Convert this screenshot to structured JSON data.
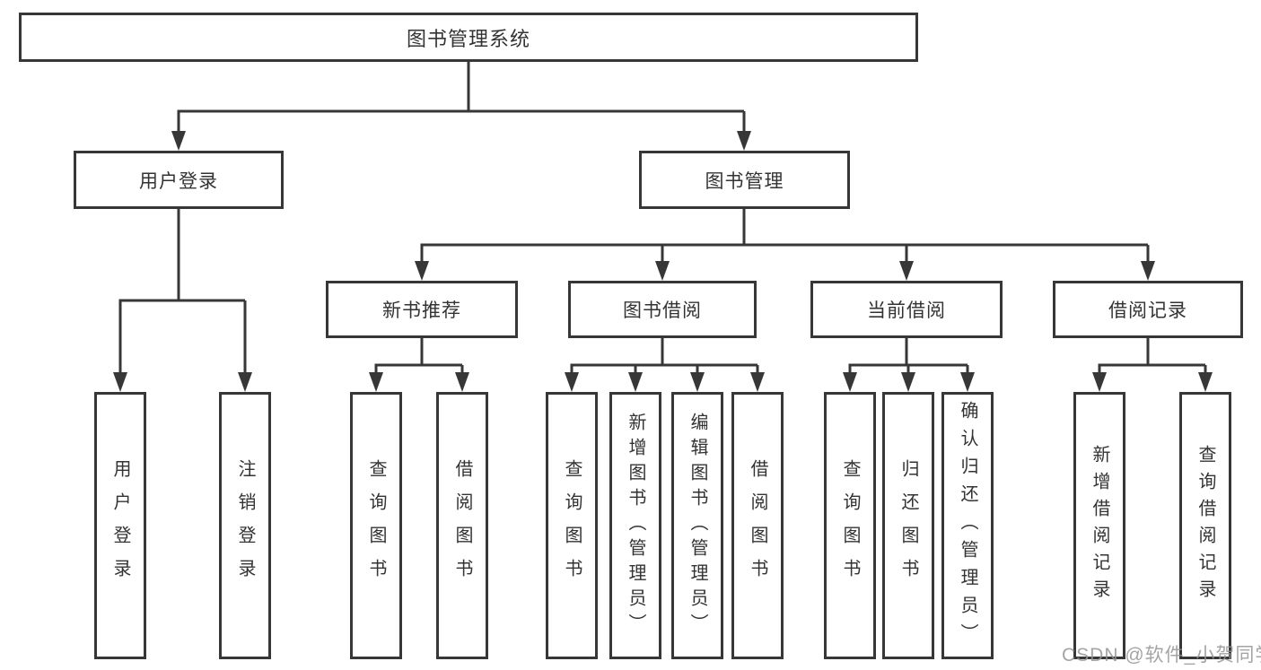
{
  "diagram": {
    "type": "hierarchy",
    "tree": {
      "label": "图书管理系统",
      "children": [
        {
          "label": "用户登录",
          "children": [
            {
              "label": "用户登录"
            },
            {
              "label": "注销登录"
            }
          ]
        },
        {
          "label": "图书管理",
          "children": [
            {
              "label": "新书推荐",
              "children": [
                {
                  "label": "查询图书"
                },
                {
                  "label": "借阅图书"
                }
              ]
            },
            {
              "label": "图书借阅",
              "children": [
                {
                  "label": "查询图书"
                },
                {
                  "label": "新增图书（管理员）"
                },
                {
                  "label": "编辑图书（管理员）"
                },
                {
                  "label": "借阅图书"
                }
              ]
            },
            {
              "label": "当前借阅",
              "children": [
                {
                  "label": "查询图书"
                },
                {
                  "label": "归还图书"
                },
                {
                  "label": "确认归还（管理员）"
                }
              ]
            },
            {
              "label": "借阅记录",
              "children": [
                {
                  "label": "新增借阅记录"
                },
                {
                  "label": "查询借阅记录"
                }
              ]
            }
          ]
        }
      ]
    },
    "colors": {
      "line": "#373737",
      "text": "#333333",
      "background": "#ffffff",
      "watermark": "#949494"
    }
  },
  "watermark": {
    "text": "CSDN @软件_小贺同学"
  }
}
